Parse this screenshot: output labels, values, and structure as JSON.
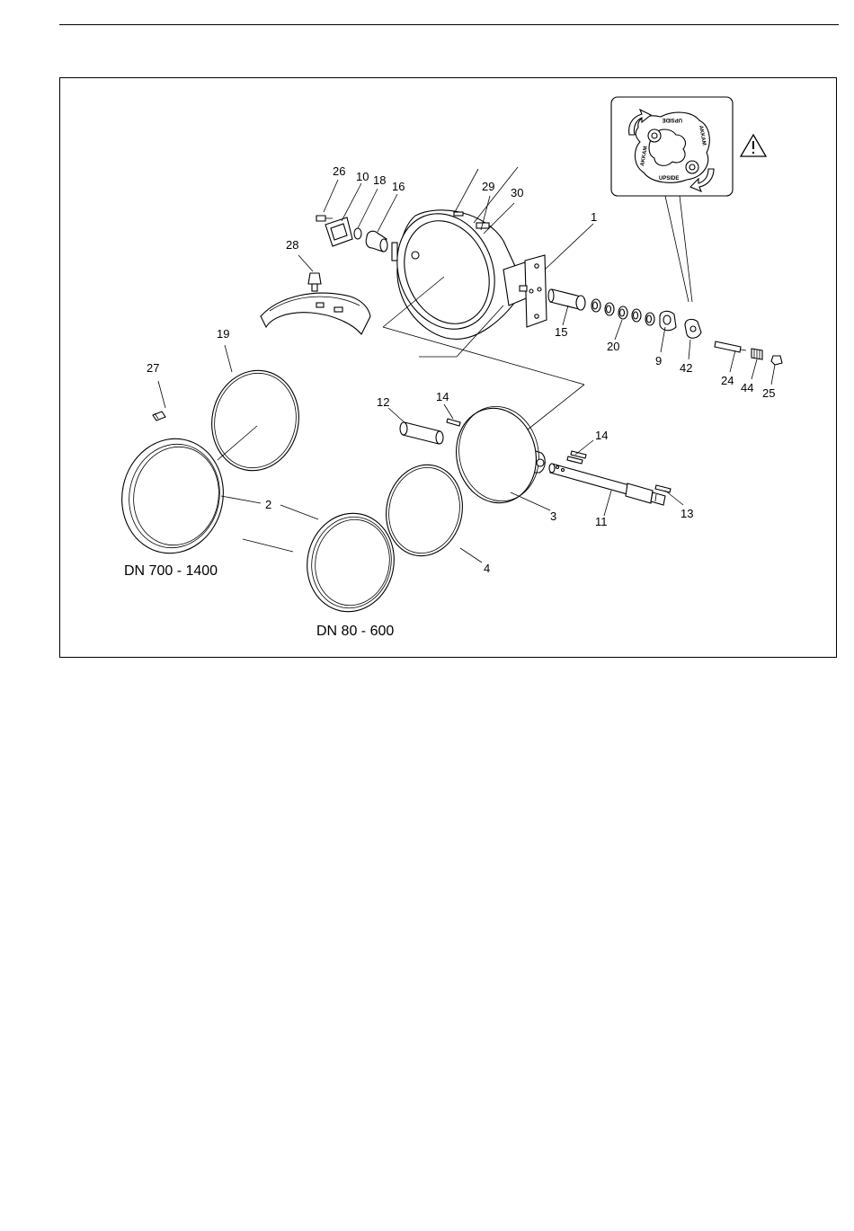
{
  "diagram": {
    "labels": {
      "p1": "1",
      "p2": "2",
      "p3": "3",
      "p4": "4",
      "p9": "9",
      "p10": "10",
      "p11": "11",
      "p12": "12",
      "p13": "13",
      "p14a": "14",
      "p14b": "14",
      "p15": "15",
      "p16": "16",
      "p18": "18",
      "p19": "19",
      "p20": "20",
      "p24": "24",
      "p25": "25",
      "p26": "26",
      "p27": "27",
      "p28": "28",
      "p29": "29",
      "p30": "30",
      "p42": "42",
      "p44": "44"
    },
    "captions": {
      "large": "DN 700 - 1400",
      "small": "DN 80 - 600"
    },
    "detail": {
      "upside_top": "UPSIDE",
      "upside_bottom": "UPSIDE",
      "mark_left": "AKKAM",
      "mark_right": "AKKAM"
    },
    "warning_icon": "warning-triangle-icon"
  }
}
